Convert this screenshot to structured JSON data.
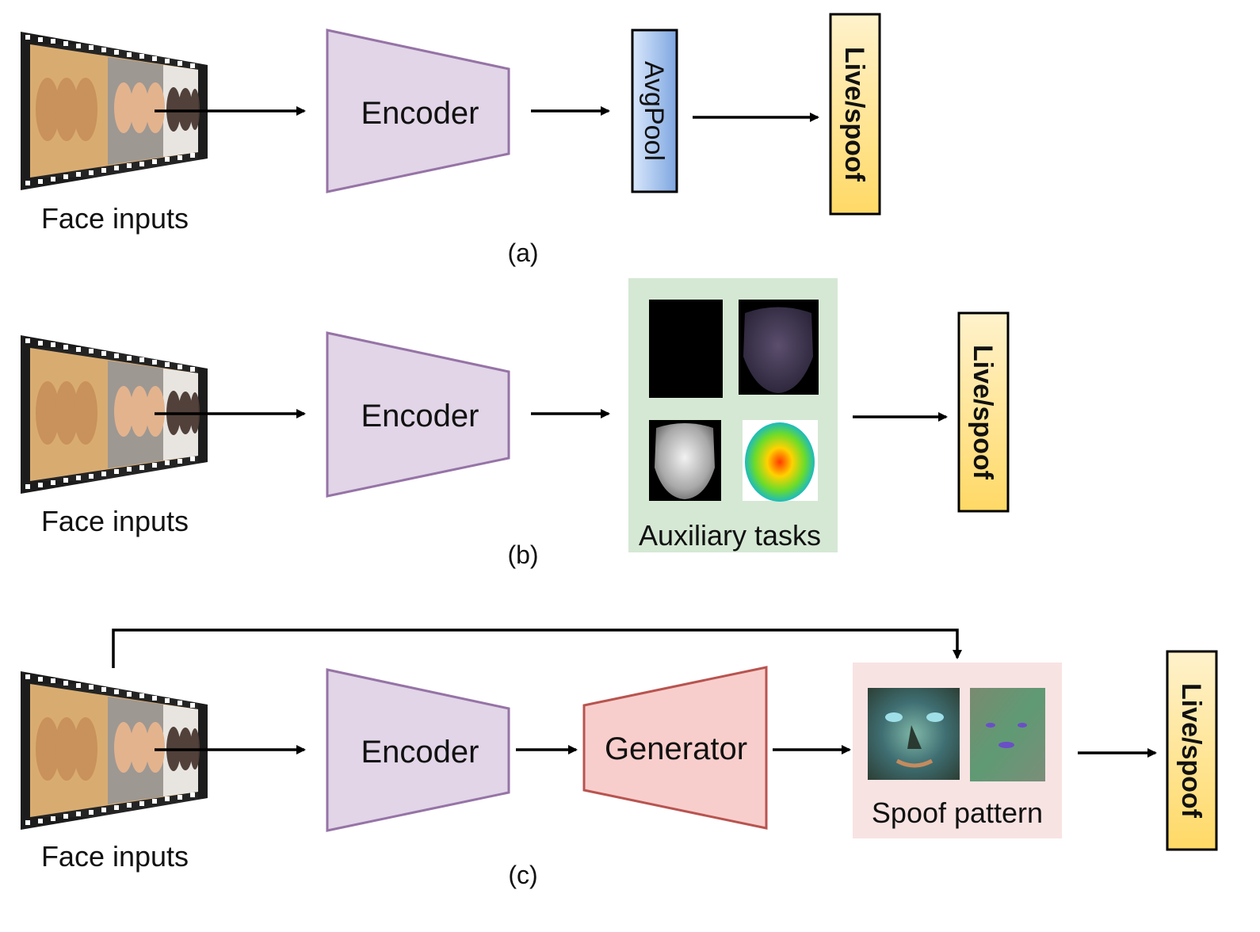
{
  "colors": {
    "encoder_fill": "#e1d5e7",
    "encoder_stroke": "#9673a6",
    "generator_fill": "#f8cecc",
    "generator_stroke": "#b85450",
    "avgpool_fill_top": "#dae8fc",
    "avgpool_fill_bottom": "#7ea6e0",
    "livespoof_fill_top": "#fff2cc",
    "livespoof_fill_bottom": "#ffd966",
    "aux_bg": "#d5e8d4",
    "spoof_bg": "#f8e3e3",
    "film_dark": "#1a1a1a",
    "skin": "#d8a870"
  },
  "panel_a": {
    "input_label": "Face inputs",
    "encoder_label": "Encoder",
    "avgpool_label": "AvgPool",
    "output_label": "Live/spoof",
    "caption": "(a)"
  },
  "panel_b": {
    "input_label": "Face inputs",
    "encoder_label": "Encoder",
    "aux_label": "Auxiliary tasks",
    "output_label": "Live/spoof",
    "caption": "(b)"
  },
  "panel_c": {
    "input_label": "Face inputs",
    "encoder_label": "Encoder",
    "generator_label": "Generator",
    "spoof_label": "Spoof pattern",
    "output_label": "Live/spoof",
    "caption": "(c)"
  }
}
